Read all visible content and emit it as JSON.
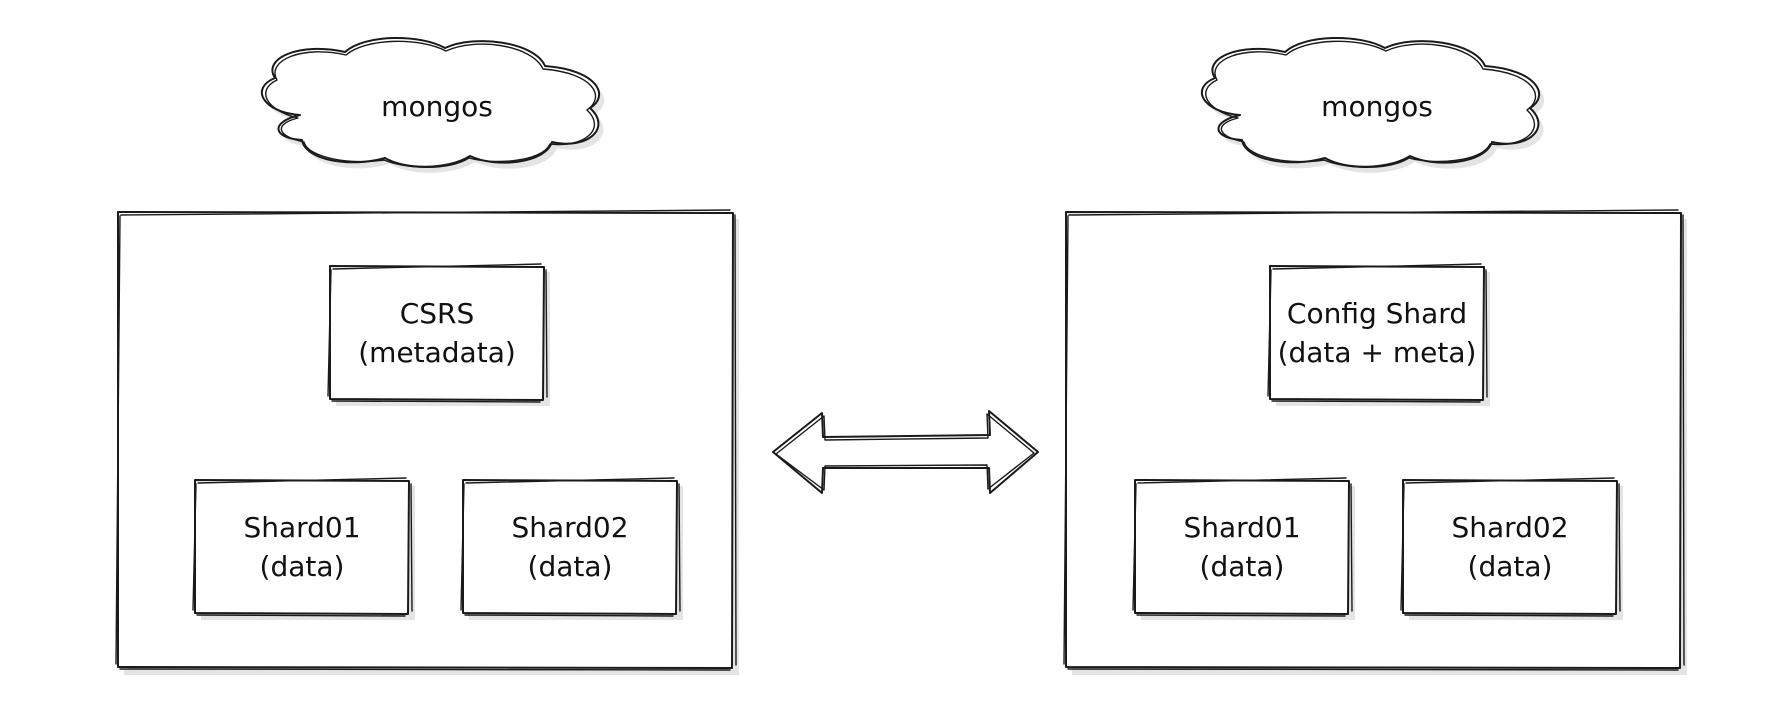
{
  "left_cluster": {
    "router_label": "mongos",
    "config_line1": "CSRS",
    "config_line2": "(metadata)",
    "shard1_line1": "Shard01",
    "shard1_line2": "(data)",
    "shard2_line1": "Shard02",
    "shard2_line2": "(data)"
  },
  "right_cluster": {
    "router_label": "mongos",
    "config_line1": "Config Shard",
    "config_line2": "(data + meta)",
    "shard1_line1": "Shard01",
    "shard1_line2": "(data)",
    "shard2_line1": "Shard02",
    "shard2_line2": "(data)"
  },
  "colors": {
    "stroke": "#1a1a1a",
    "background": "#ffffff",
    "shadow": "#e4e4e4"
  }
}
